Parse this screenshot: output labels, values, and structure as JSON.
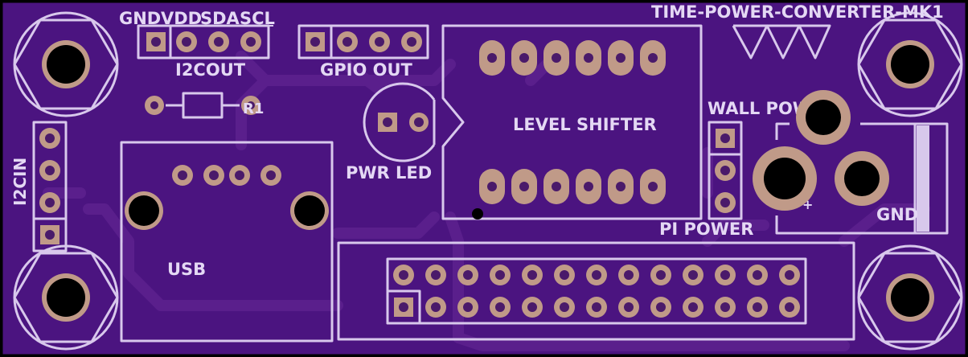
{
  "board": {
    "title": "TIME-POWER-CONVERTER-MK1",
    "background_color": "#4b1480",
    "silkscreen_color": "#d8c8ec",
    "pad_color": "#c09a88"
  },
  "labels": {
    "i2c_out_pins": [
      "GND",
      "VDD",
      "SDA",
      "SCL"
    ],
    "i2c_out": "I2COUT",
    "gpio_out": "GPIO OUT",
    "r1": "R1",
    "pwr_led": "PWR LED",
    "level_shifter": "LEVEL SHIFTER",
    "wall_power": "WALL POWER",
    "pi_power": "PI POWER",
    "gnd": "GND",
    "plus": "+",
    "i2c_in": "I2CIN",
    "usb": "USB"
  }
}
